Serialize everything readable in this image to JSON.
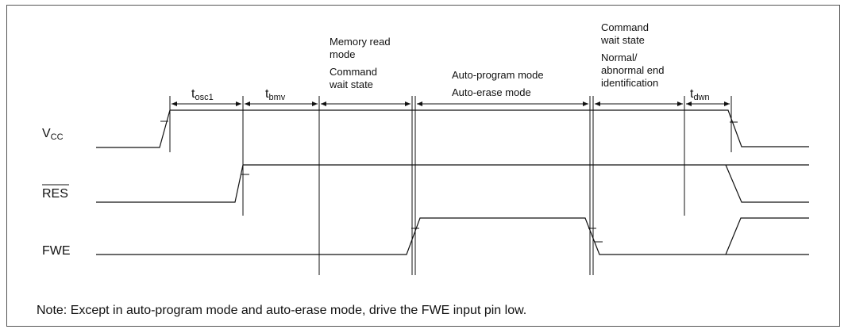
{
  "signals": {
    "vcc": {
      "main": "V",
      "sub": "CC"
    },
    "res": "RES",
    "fwe": "FWE"
  },
  "timings": {
    "tosc1": {
      "main": "t",
      "sub": "osc1"
    },
    "tbmv": {
      "main": "t",
      "sub": "bmv"
    },
    "tdwn": {
      "main": "t",
      "sub": "dwn"
    }
  },
  "phases": {
    "memory_read": [
      "Memory read",
      "mode",
      "Command",
      "wait state"
    ],
    "auto": [
      "Auto-program mode",
      "Auto-erase mode"
    ],
    "cmd_wait_end": [
      "Command",
      "wait state",
      "Normal/",
      "abnormal end",
      "identification"
    ]
  },
  "note": "Note:  Except in auto-program mode and auto-erase mode, drive the FWE input pin low."
}
